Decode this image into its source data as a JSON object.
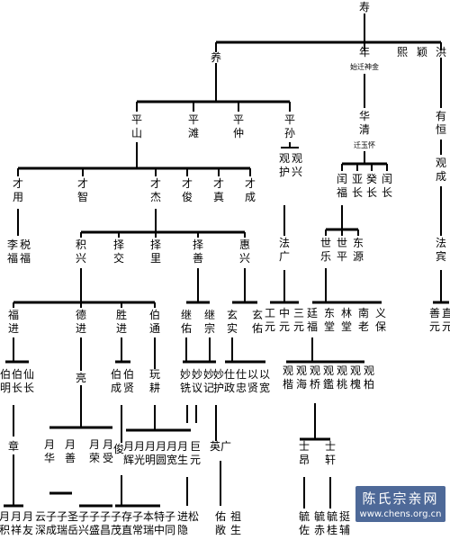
{
  "tree": {
    "root": "寿",
    "gen1": [
      "养",
      "年",
      "熙",
      "颖",
      "洪"
    ],
    "note_nian": "始迁神金",
    "gen2_yang": [
      "平山",
      "平滩",
      "平仲",
      "平孙"
    ],
    "gen2_nian": "华清",
    "note_huaqing": "迁玉怀",
    "gen2_hong": "有恒",
    "gen3_pingshan": [
      "才用",
      "才智",
      "才杰",
      "才俊",
      "才真",
      "才成"
    ],
    "gen3_pingsun": [
      "观兴",
      "观护"
    ],
    "gen3_huaqing": [
      "闰福",
      "亚长",
      "癸长",
      "闰长"
    ],
    "gen3_youheng": "观成",
    "gen4_caiyong": [
      "李福",
      "税福"
    ],
    "gen4_caijie": [
      "积兴",
      "择交",
      "择里",
      "择善",
      "惠兴"
    ],
    "gen4_guanhu": "法广",
    "gen4_runfu": [
      "世乐",
      "世平",
      "东源"
    ],
    "gen4_guancheng": "法宾",
    "gen5_jixing": [
      "福进",
      "德进",
      "胜进",
      "伯通"
    ],
    "gen5_zeshan": [
      "继佑",
      "继宗"
    ],
    "gen5_huixing": [
      "玄实",
      "玄佑"
    ],
    "gen5_faguang": [
      "工元",
      "中元",
      "三元"
    ],
    "gen5_shile": [
      "廷福",
      "东堂",
      "林堂",
      "南老",
      "义保"
    ],
    "gen5_fabin": [
      "善元",
      "直元"
    ],
    "gen6_fujin": [
      "伯明",
      "伯长",
      "仙长"
    ],
    "gen6_dejin": "亮",
    "gen6_shengjin": [
      "伯成",
      "伯贤"
    ],
    "gen6_botong": [
      "玩耕"
    ],
    "gen6_jiyou": [
      "妙铣",
      "妙议"
    ],
    "gen6_jizong": [
      "妙记",
      "妙护"
    ],
    "gen6_xuanshi": [
      "仕政",
      "仕忠",
      "以贤",
      "以宽"
    ],
    "gen6_tingfu": [
      "观楷",
      "观海",
      "观桥",
      "观鑑",
      "观桃",
      "观槐",
      "观柏"
    ],
    "gen7_boming": "章",
    "gen7_liang": [
      "月华",
      "月善",
      "月荣",
      "月受"
    ],
    "gen7_bocheng": "俊",
    "gen7_wangeng": [
      "月辉",
      "月光",
      "月明",
      "月圆",
      "月宽",
      "月生",
      "巨元"
    ],
    "gen7_miaoji": "英广",
    "gen7_guanqiao": [
      "士昂",
      "士轩"
    ],
    "gen8_zhang": [
      "月积",
      "月祥",
      "月友"
    ],
    "gen8_liang": [
      "云深",
      "子成",
      "子瑞",
      "圣岳",
      "子兴",
      "子盛",
      "子昌",
      "子茂"
    ],
    "gen8_jun": [
      "存直",
      "子常",
      "本瑞",
      "特中",
      "子同"
    ],
    "gen8_juyuan": [
      "进隐",
      "松"
    ],
    "gen8_yingguang": [
      "佑敞",
      "祖生"
    ],
    "gen8_shiang": [
      "毓佐"
    ],
    "gen8_shixuan": [
      "毓赤",
      "毓桂",
      "挺辅"
    ]
  },
  "watermark": {
    "title": "陈氏宗亲网",
    "url": "www.chens.org.cn",
    "bg_color": "#2f4f86"
  }
}
